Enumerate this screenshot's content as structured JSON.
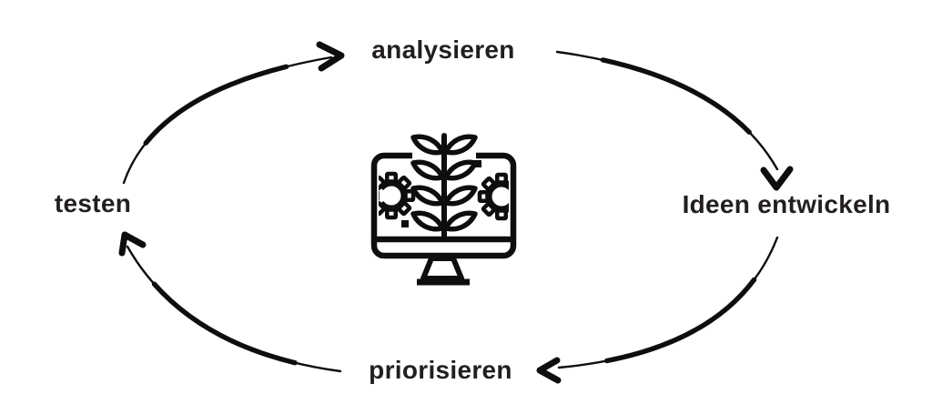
{
  "diagram": {
    "background_color": "#ffffff",
    "ink_color": "#0f0e0d",
    "text_color": "#221f1e",
    "flow_direction": "clockwise",
    "center_icon": "monitor-plant-gears-icon",
    "steps": [
      {
        "label": "analysieren",
        "position": "top"
      },
      {
        "label": "Ideen entwickeln",
        "position": "right"
      },
      {
        "label": "priorisieren",
        "position": "bottom"
      },
      {
        "label": "testen",
        "position": "left"
      }
    ]
  }
}
